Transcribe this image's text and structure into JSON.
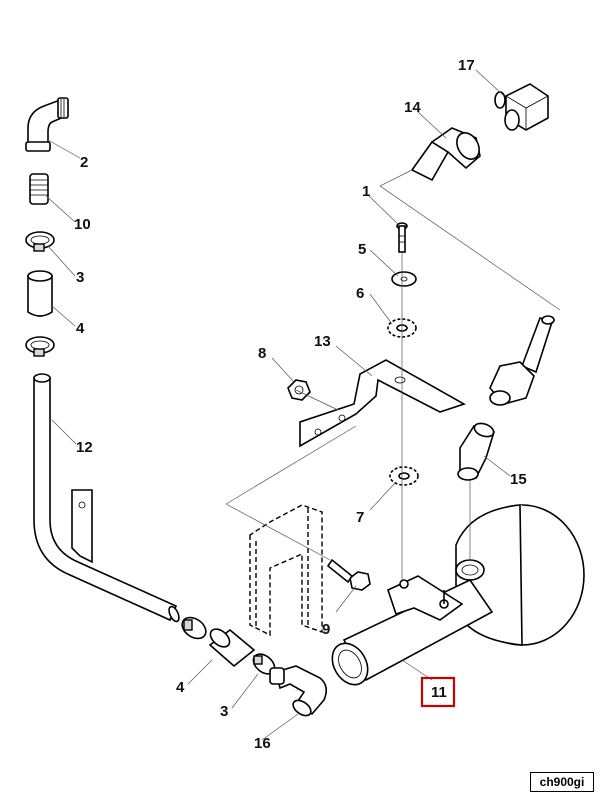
{
  "callouts": {
    "c1": "1",
    "c2": "2",
    "c3a": "3",
    "c3b": "3",
    "c4a": "4",
    "c4b": "4",
    "c5": "5",
    "c6": "6",
    "c7": "7",
    "c8": "8",
    "c9": "9",
    "c10": "10",
    "c11": "11",
    "c12": "12",
    "c13": "13",
    "c14": "14",
    "c15": "15",
    "c16": "16",
    "c17": "17"
  },
  "highlighted_callout": "11",
  "highlight_color": "#cc0000",
  "drawing_code": "ch900gi"
}
